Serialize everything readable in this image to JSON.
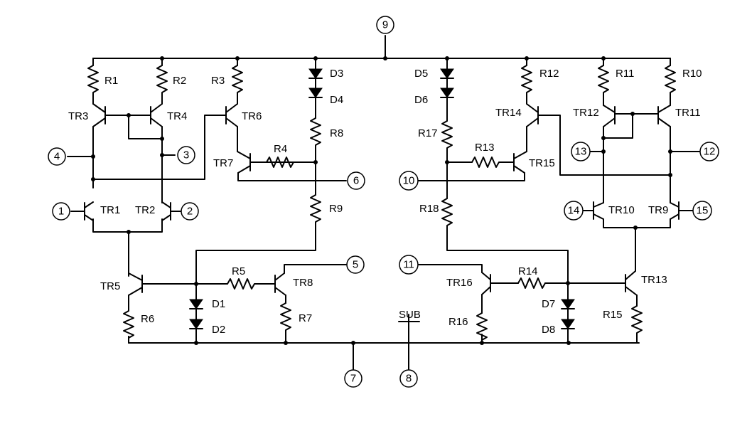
{
  "nets": {
    "substrate": "SUB"
  },
  "pins": [
    {
      "name": "pin-1",
      "label": "1"
    },
    {
      "name": "pin-2",
      "label": "2"
    },
    {
      "name": "pin-3",
      "label": "3"
    },
    {
      "name": "pin-4",
      "label": "4"
    },
    {
      "name": "pin-5",
      "label": "5"
    },
    {
      "name": "pin-6",
      "label": "6"
    },
    {
      "name": "pin-7",
      "label": "7"
    },
    {
      "name": "pin-8",
      "label": "8"
    },
    {
      "name": "pin-9",
      "label": "9"
    },
    {
      "name": "pin-10",
      "label": "10"
    },
    {
      "name": "pin-11",
      "label": "11"
    },
    {
      "name": "pin-12",
      "label": "12"
    },
    {
      "name": "pin-13",
      "label": "13"
    },
    {
      "name": "pin-14",
      "label": "14"
    },
    {
      "name": "pin-15",
      "label": "15"
    }
  ],
  "transistors": [
    "TR1",
    "TR2",
    "TR3",
    "TR4",
    "TR5",
    "TR6",
    "TR7",
    "TR8",
    "TR9",
    "TR10",
    "TR11",
    "TR12",
    "TR13",
    "TR14",
    "TR15",
    "TR16"
  ],
  "resistors": [
    "R1",
    "R2",
    "R3",
    "R4",
    "R5",
    "R6",
    "R7",
    "R8",
    "R9",
    "R10",
    "R11",
    "R12",
    "R13",
    "R14",
    "R15",
    "R16",
    "R17",
    "R18"
  ],
  "diodes": [
    "D1",
    "D2",
    "D3",
    "D4",
    "D5",
    "D6",
    "D7",
    "D8"
  ]
}
